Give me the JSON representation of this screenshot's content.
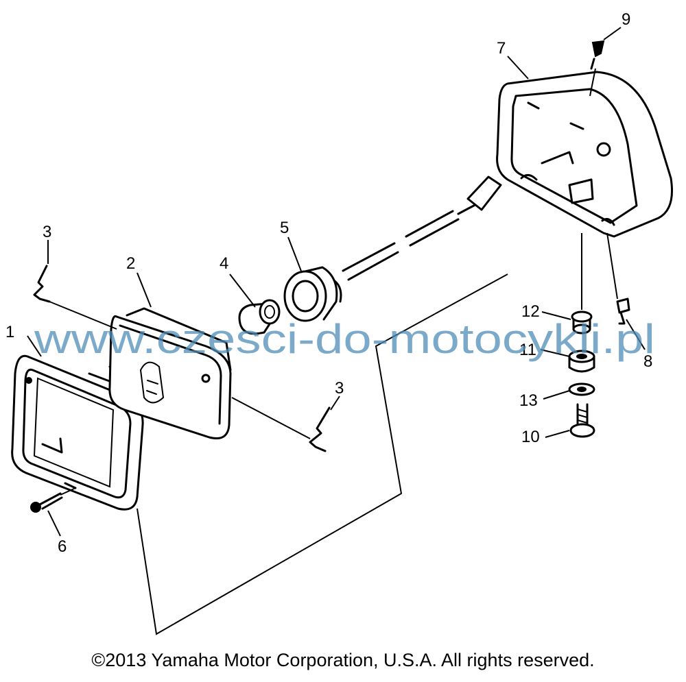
{
  "diagram": {
    "callouts": [
      {
        "id": "1",
        "label": "1"
      },
      {
        "id": "2",
        "label": "2"
      },
      {
        "id": "3a",
        "label": "3"
      },
      {
        "id": "3b",
        "label": "3"
      },
      {
        "id": "4",
        "label": "4"
      },
      {
        "id": "5",
        "label": "5"
      },
      {
        "id": "6",
        "label": "6"
      },
      {
        "id": "7",
        "label": "7"
      },
      {
        "id": "8",
        "label": "8"
      },
      {
        "id": "9",
        "label": "9"
      },
      {
        "id": "10",
        "label": "10"
      },
      {
        "id": "11",
        "label": "11"
      },
      {
        "id": "12",
        "label": "12"
      },
      {
        "id": "13",
        "label": "13"
      }
    ]
  },
  "watermark": "www.czesci-do-motocykli.pl",
  "copyright": "©2013 Yamaha Motor Corporation, U.S.A. All rights reserved."
}
